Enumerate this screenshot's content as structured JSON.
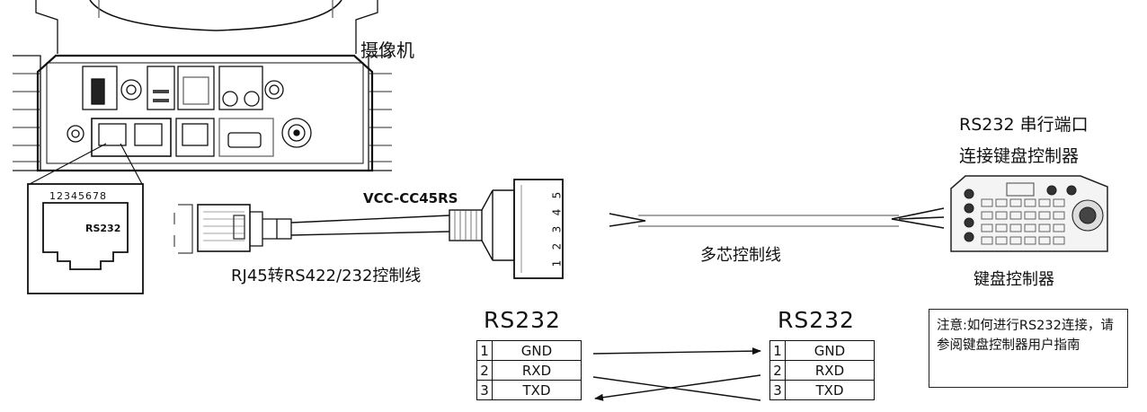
{
  "camera": {
    "title": "摄像机"
  },
  "rj45_port": {
    "pin_numbers": "12345678",
    "label": "RS232"
  },
  "cable": {
    "model": "VCC-CC45RS",
    "name": "RJ45转RS422/232控制线",
    "terminal_pins": [
      "5",
      "4",
      "3",
      "2",
      "1"
    ]
  },
  "wire": {
    "label": "多芯控制线"
  },
  "keyboard": {
    "title_line1": "RS232 串行端口",
    "title_line2": "连接键盘控制器",
    "label": "键盘控制器"
  },
  "tables": [
    {
      "title": "RS232",
      "rows": [
        {
          "num": "1",
          "signal": "GND"
        },
        {
          "num": "2",
          "signal": "RXD"
        },
        {
          "num": "3",
          "signal": "TXD"
        }
      ]
    },
    {
      "title": "RS232",
      "rows": [
        {
          "num": "1",
          "signal": "GND"
        },
        {
          "num": "2",
          "signal": "RXD"
        },
        {
          "num": "3",
          "signal": "TXD"
        }
      ]
    }
  ],
  "note": {
    "text": "注意:如何进行RS232连接，请参阅键盘控制器用户指南"
  },
  "colors": {
    "line": "#111111",
    "fill": "#ffffff",
    "wire_gray": "#888888"
  }
}
